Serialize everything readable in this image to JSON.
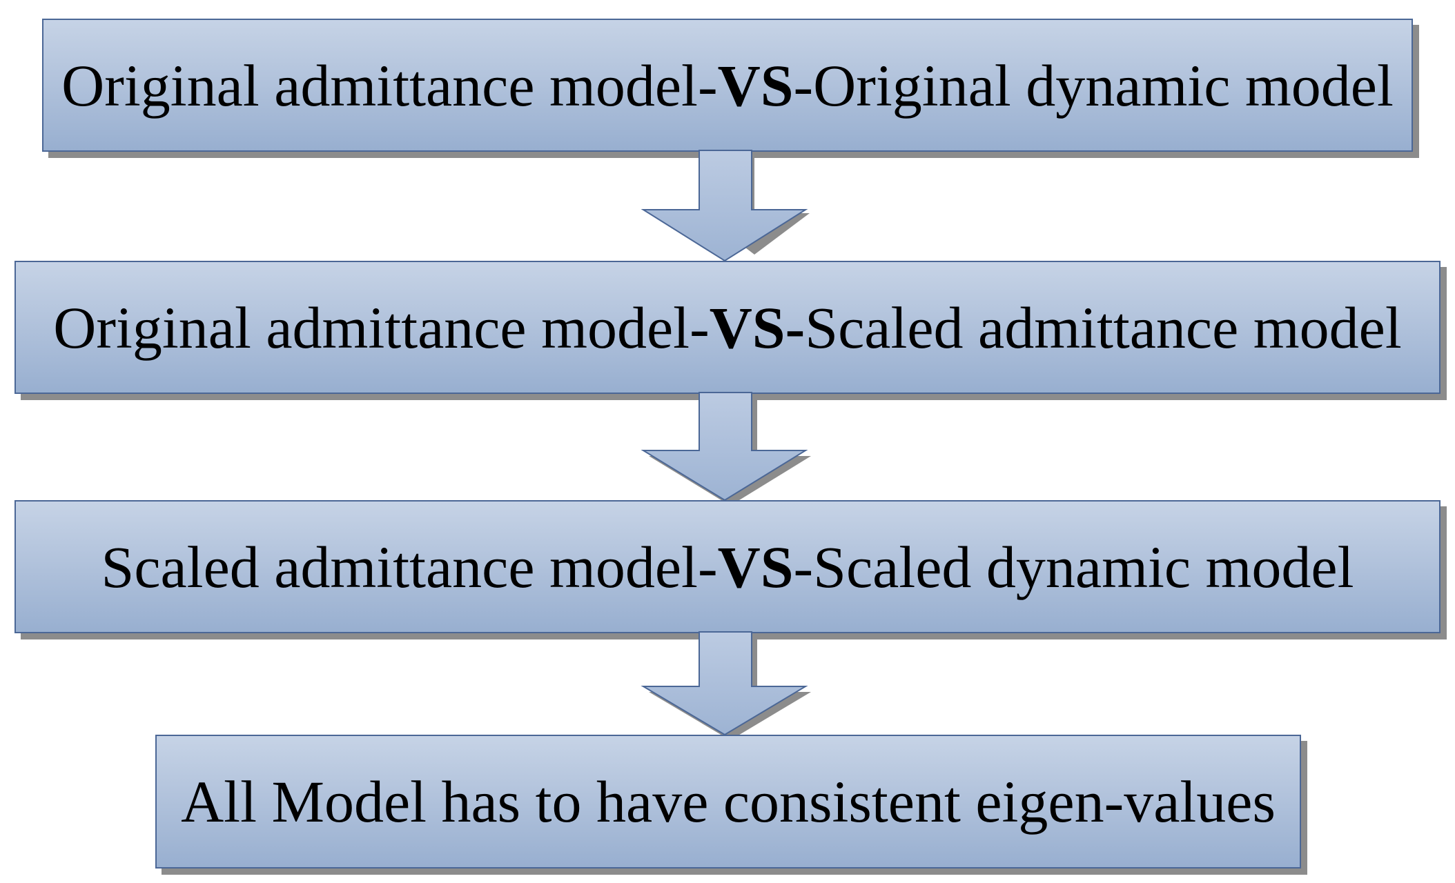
{
  "diagram": {
    "type": "flowchart",
    "direction": "top-to-bottom",
    "colors": {
      "box_fill_top": "#c6d3e6",
      "box_fill_bottom": "#98afd0",
      "box_border": "#4b6796",
      "shadow": "#8c8c8c",
      "text": "#000000"
    },
    "steps": [
      {
        "id": "step-1",
        "left": "Original admittance model-",
        "vs": "VS",
        "right": "-Original dynamic model"
      },
      {
        "id": "step-2",
        "left": "Original admittance model-",
        "vs": "VS-",
        "right": "Scaled admittance model"
      },
      {
        "id": "step-3",
        "left": "Scaled admittance model-",
        "vs": "VS",
        "right": "-Scaled dynamic model"
      },
      {
        "id": "step-4",
        "text": "All Model has to have consistent eigen-values"
      }
    ],
    "arrows": [
      {
        "from": "step-1",
        "to": "step-2"
      },
      {
        "from": "step-2",
        "to": "step-3"
      },
      {
        "from": "step-3",
        "to": "step-4"
      }
    ]
  }
}
